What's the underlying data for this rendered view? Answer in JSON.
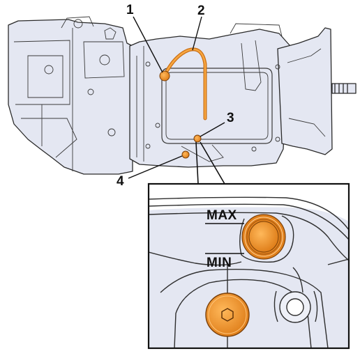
{
  "callouts": {
    "c1": "1",
    "c2": "2",
    "c3": "3",
    "c4": "4"
  },
  "inset": {
    "max_label": "MAX",
    "min_label": "MIN"
  },
  "colors": {
    "highlight": "#f39a2e",
    "highlight_dark": "#c96d12",
    "housing_fill": "#e4e7f2",
    "housing_stroke": "#2a2a2a",
    "inset_border": "#111111"
  }
}
